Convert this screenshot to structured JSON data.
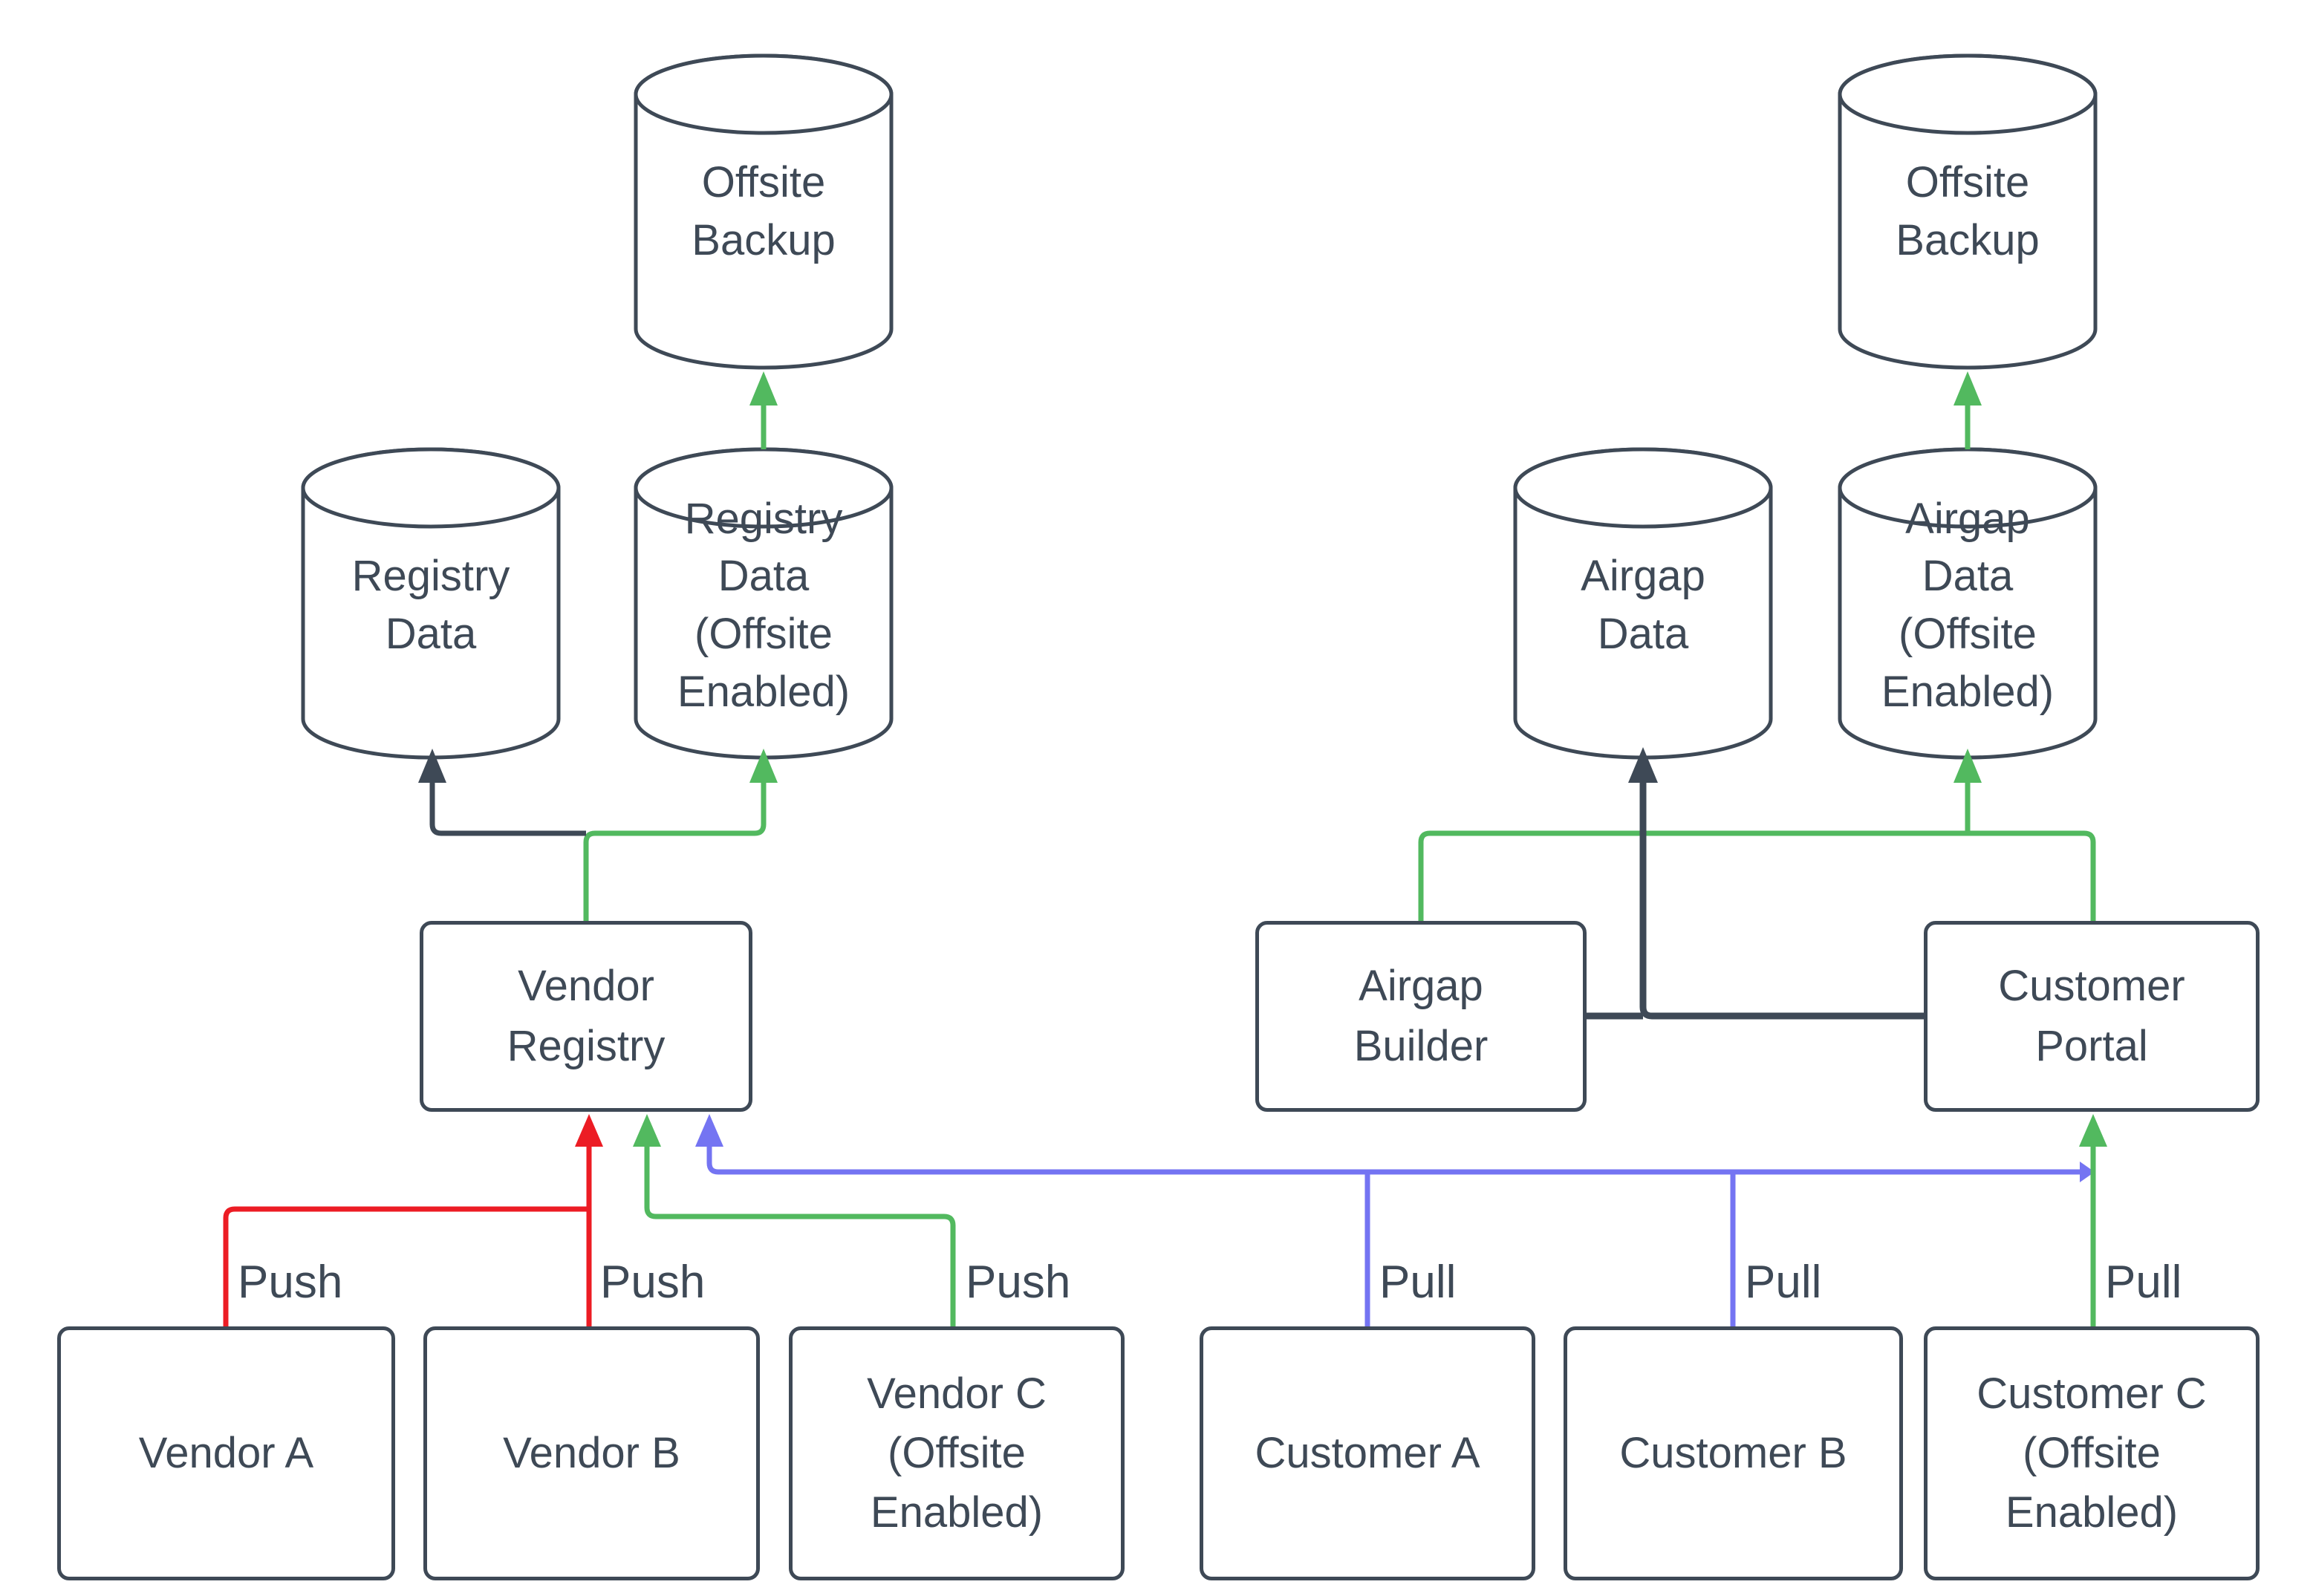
{
  "diagram": {
    "type": "flow-diagram",
    "colors": {
      "dark": "#3e4956",
      "red": "#ec1c24",
      "green": "#52b95f",
      "blue": "#7474f2",
      "background": "#ffffff"
    },
    "nodes": {
      "offsite_backup_left": {
        "type": "cylinder",
        "label": "Offsite\nBackup"
      },
      "registry_data": {
        "type": "cylinder",
        "label": "Registry\nData"
      },
      "registry_data_offsite": {
        "type": "cylinder",
        "label": "Registry\nData\n(Offsite\nEnabled)"
      },
      "vendor_registry": {
        "type": "box",
        "label": "Vendor\nRegistry"
      },
      "vendor_a": {
        "type": "box",
        "label": "Vendor A"
      },
      "vendor_b": {
        "type": "box",
        "label": "Vendor B"
      },
      "vendor_c": {
        "type": "box",
        "label": "Vendor C\n(Offsite\nEnabled)"
      },
      "offsite_backup_right": {
        "type": "cylinder",
        "label": "Offsite\nBackup"
      },
      "airgap_data": {
        "type": "cylinder",
        "label": "Airgap\nData"
      },
      "airgap_data_offsite": {
        "type": "cylinder",
        "label": "Airgap\nData\n(Offsite\nEnabled)"
      },
      "airgap_builder": {
        "type": "box",
        "label": "Airgap\nBuilder"
      },
      "customer_portal": {
        "type": "box",
        "label": "Customer\nPortal"
      },
      "customer_a": {
        "type": "box",
        "label": "Customer A"
      },
      "customer_b": {
        "type": "box",
        "label": "Customer B"
      },
      "customer_c": {
        "type": "box",
        "label": "Customer C\n(Offsite\nEnabled)"
      }
    },
    "edge_labels": {
      "push_vendor_a": "Push",
      "push_vendor_b": "Push",
      "push_vendor_c": "Push",
      "pull_customer_a": "Pull",
      "pull_customer_b": "Pull",
      "pull_customer_c": "Pull"
    },
    "edges": [
      {
        "from": "vendor_a",
        "to": "vendor_registry",
        "color": "red",
        "label": "Push"
      },
      {
        "from": "vendor_b",
        "to": "vendor_registry",
        "color": "red",
        "label": "Push"
      },
      {
        "from": "vendor_c",
        "to": "vendor_registry",
        "color": "green",
        "label": "Push"
      },
      {
        "from": "customer_a",
        "to": "vendor_registry",
        "color": "blue",
        "label": "Pull"
      },
      {
        "from": "customer_b",
        "to": "vendor_registry",
        "color": "blue",
        "label": "Pull"
      },
      {
        "from": "customer_c",
        "to": "customer_portal",
        "color": "green",
        "label": "Pull"
      },
      {
        "from": "vendor_registry",
        "to": "registry_data",
        "color": "dark",
        "label": ""
      },
      {
        "from": "vendor_registry",
        "to": "registry_data_offsite",
        "color": "green",
        "label": ""
      },
      {
        "from": "registry_data_offsite",
        "to": "offsite_backup_left",
        "color": "green",
        "label": ""
      },
      {
        "from": "airgap_builder",
        "to": "airgap_data",
        "color": "dark",
        "label": ""
      },
      {
        "from": "customer_portal",
        "to": "airgap_data",
        "color": "dark",
        "label": ""
      },
      {
        "from": "airgap_builder",
        "to": "airgap_data_offsite",
        "color": "green",
        "label": ""
      },
      {
        "from": "customer_portal",
        "to": "airgap_data_offsite",
        "color": "green",
        "label": ""
      },
      {
        "from": "airgap_data_offsite",
        "to": "offsite_backup_right",
        "color": "green",
        "label": ""
      }
    ]
  }
}
